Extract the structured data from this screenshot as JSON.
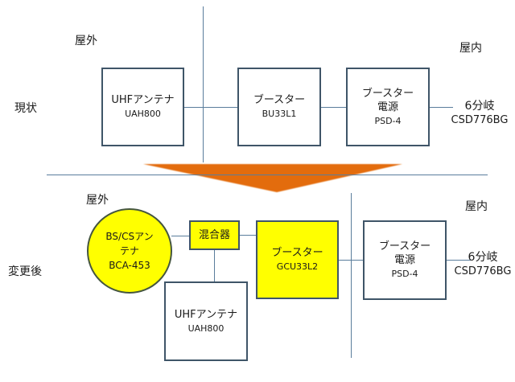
{
  "colors": {
    "box_border": "#3f5568",
    "connector": "#5a7d9c",
    "highlight": "#ffff00",
    "arrow": "#e36c0a"
  },
  "current": {
    "row_label": "現状",
    "outdoor_label": "屋外",
    "indoor_label": "屋内",
    "uhf_antenna": {
      "name": "UHFアンテナ",
      "model": "UAH800"
    },
    "booster": {
      "name": "ブースター",
      "model": "BU33L1"
    },
    "booster_power": {
      "name_line1": "ブースター",
      "name_line2": "電源",
      "model": "PSD-4"
    },
    "splitter": {
      "name": "6分岐",
      "model": "CSD776BG"
    }
  },
  "transition_arrow": {
    "icon": "down-arrow-icon"
  },
  "changed": {
    "row_label": "変更後",
    "outdoor_label": "屋外",
    "indoor_label": "屋内",
    "bs_cs_antenna": {
      "name_line1": "BS/CSアン",
      "name_line2": "テナ",
      "model": "BCA-453"
    },
    "mixer": {
      "name": "混合器"
    },
    "uhf_antenna": {
      "name": "UHFアンテナ",
      "model": "UAH800"
    },
    "booster": {
      "name": "ブースター",
      "model": "GCU33L2"
    },
    "booster_power": {
      "name_line1": "ブースター",
      "name_line2": "電源",
      "model": "PSD-4"
    },
    "splitter": {
      "name": "6分岐",
      "model": "CSD776BG"
    }
  }
}
